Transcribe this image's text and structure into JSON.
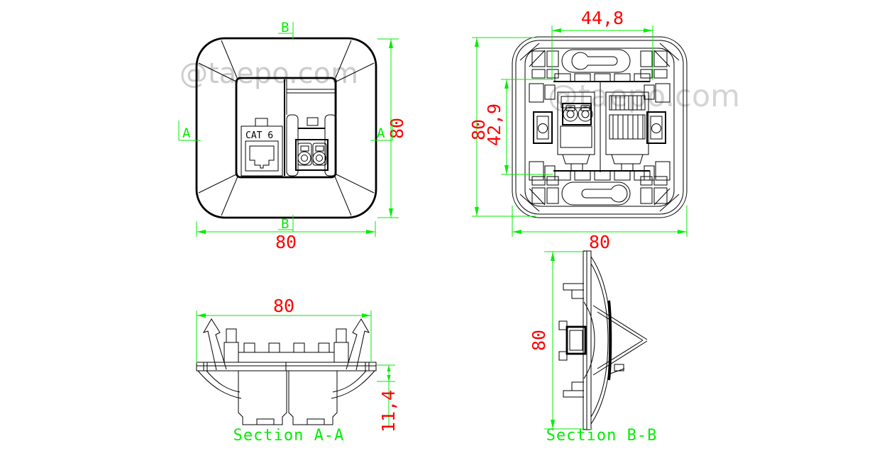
{
  "watermark": {
    "text": "@taepo.com"
  },
  "colors": {
    "dimension_line": "#00ee00",
    "dimension_text": "#ff0000",
    "drawing_line": "#000000",
    "watermark": "#cbcbcb",
    "background": "#ffffff"
  },
  "views": {
    "front": {
      "marker_a": "A",
      "marker_b": "B",
      "jack_label": "CAT 6",
      "dim_width": "80",
      "dim_height": "80"
    },
    "back": {
      "dim_slot_width": "44,8",
      "dim_height": "80",
      "dim_inner_height": "42,9",
      "dim_width": "80"
    },
    "section_aa": {
      "title": "Section A-A",
      "dim_width": "80",
      "dim_depth": "11,4"
    },
    "section_bb": {
      "title": "Section B-B",
      "dim_height": "80"
    }
  }
}
